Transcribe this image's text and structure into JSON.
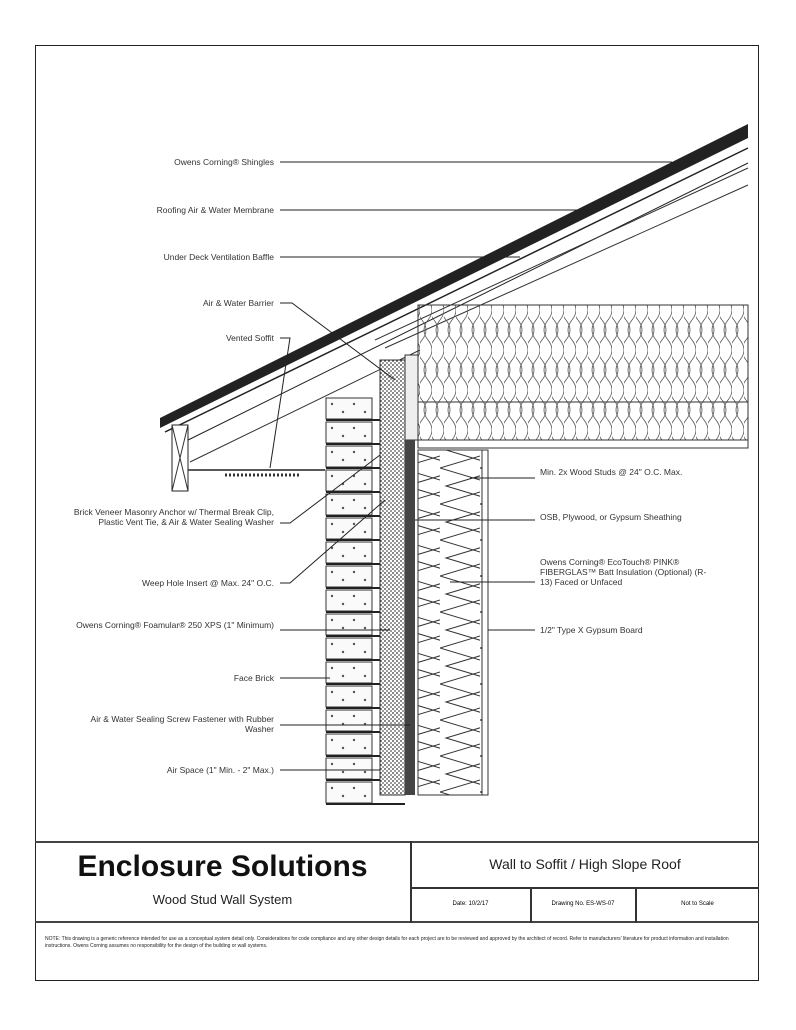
{
  "labels_left": [
    "Owens Corning® Shingles",
    "Roofing Air & Water Membrane",
    "Under Deck Ventilation Baffle",
    "Air & Water Barrier",
    "Vented Soffit",
    "Brick Veneer Masonry Anchor w/ Thermal Break Clip, Plastic Vent Tie, & Air & Water Sealing Washer",
    "Weep Hole Insert @ Max. 24\" O.C.",
    "Owens Corning® Foamular® 250 XPS (1\" Minimum)",
    "Face Brick",
    "Air & Water Sealing Screw Fastener with Rubber Washer",
    "Air Space (1\" Min. - 2\" Max.)"
  ],
  "labels_right": [
    "Min. 2x Wood Studs @ 24\" O.C. Max.",
    "OSB, Plywood, or Gypsum Sheathing",
    "Owens Corning® EcoTouch® PINK® FIBERGLAS™ Batt Insulation (Optional) (R-13) Faced or Unfaced",
    "1/2\" Type X Gypsum Board"
  ],
  "title_block": {
    "company": "Enclosure Solutions",
    "system": "Wood Stud Wall System",
    "detail_title": "Wall to Soffit / High Slope Roof",
    "date": "Date: 10/2/17",
    "drawing_no": "Drawing No. ES-WS-07",
    "scale": "Not to Scale",
    "note": "NOTE: This drawing is a generic reference intended for use as a conceptual system detail only. Considerations for code compliance and any other design details for each project are to be reviewed and approved by the architect of record. Refer to manufacturers' literature for product information and installation instructions. Owens Corning assumes no responsibility for the design of the building or wall systems."
  }
}
